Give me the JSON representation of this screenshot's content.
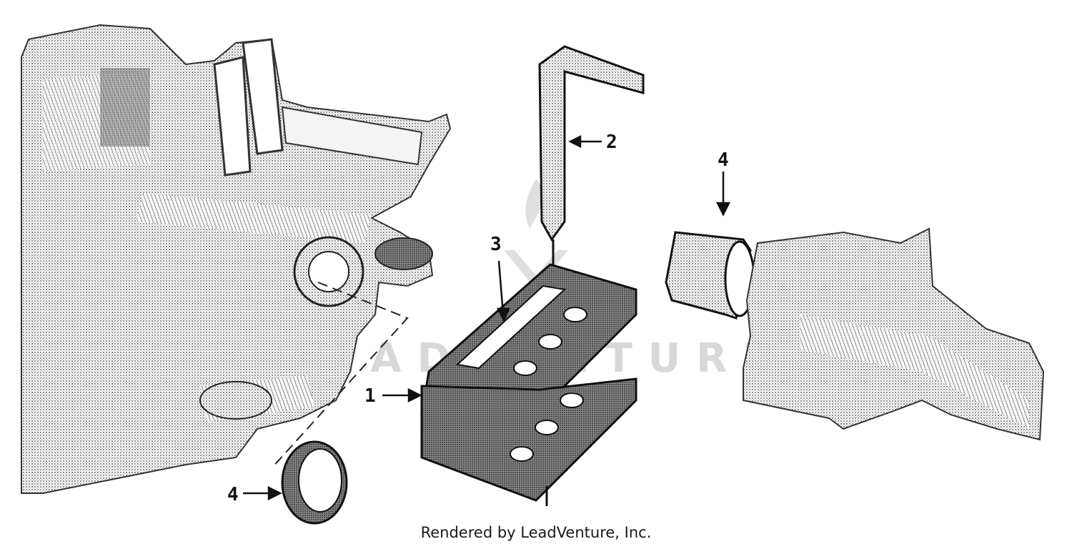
{
  "callouts": {
    "part_1": "1",
    "part_2": "2",
    "part_3": "3",
    "part_4_upper": "4",
    "part_4_lower": "4"
  },
  "watermark": {
    "text": "LEADVENTURE"
  },
  "footer": {
    "credit": "Rendered by LeadVenture, Inc."
  },
  "icons": [
    "leadventure-logo-icon"
  ],
  "colors": {
    "ink": "#1a1a1a",
    "watermark": "#d4d4d4",
    "background": "#ffffff"
  }
}
